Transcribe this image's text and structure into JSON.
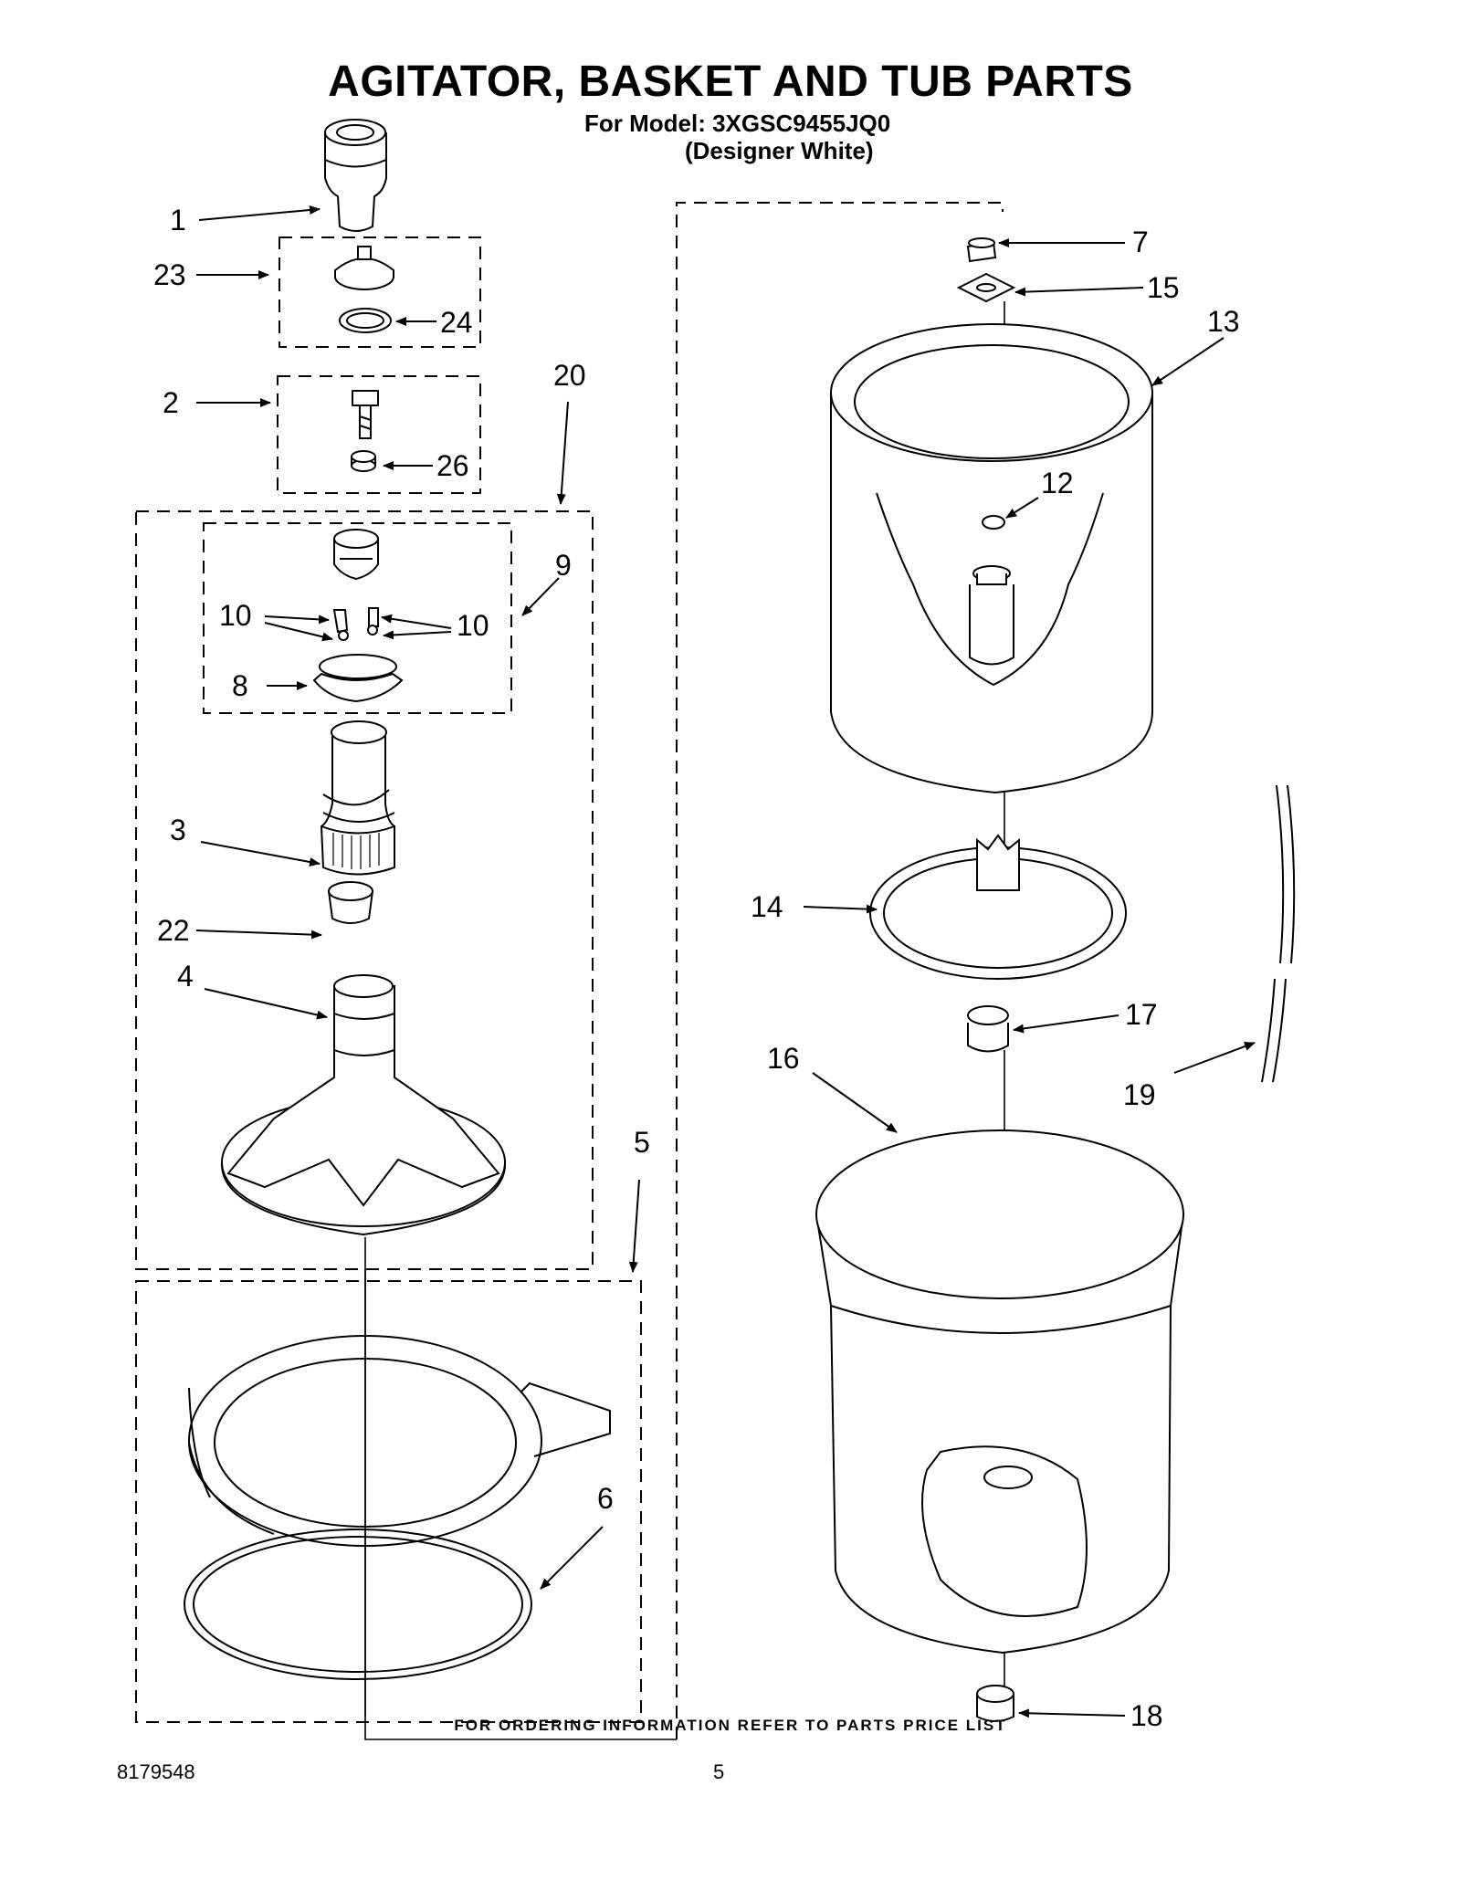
{
  "title": "AGITATOR, BASKET AND TUB PARTS",
  "model_line": "For Model: 3XGSC9455JQ0",
  "color_line": "(Designer White)",
  "footer": "FOR ORDERING INFORMATION REFER TO PARTS PRICE LIST",
  "doc_number": "8179548",
  "page_number": "5",
  "callouts": {
    "c1": "1",
    "c23": "23",
    "c24": "24",
    "c2": "2",
    "c26": "26",
    "c20": "20",
    "c9": "9",
    "c10a": "10",
    "c10b": "10",
    "c8": "8",
    "c3": "3",
    "c22": "22",
    "c4": "4",
    "c5": "5",
    "c6": "6",
    "c7": "7",
    "c15": "15",
    "c13": "13",
    "c12": "12",
    "c14": "14",
    "c17": "17",
    "c16": "16",
    "c19": "19",
    "c18": "18"
  }
}
